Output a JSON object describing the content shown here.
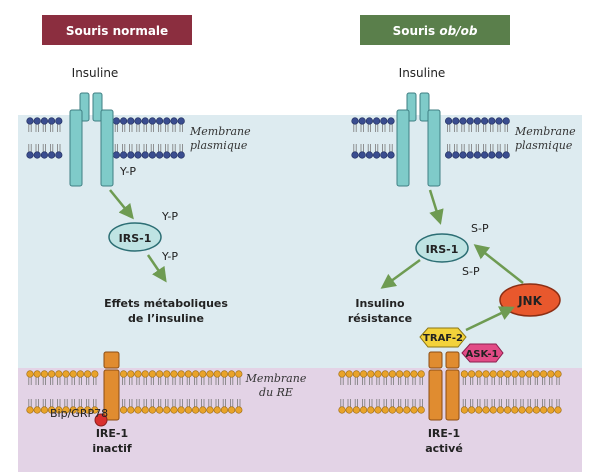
{
  "header": {
    "left_label": "Souris normale",
    "right_label_prefix": "Souris ",
    "right_label_italic": "ob/ob",
    "left_color": "#8B2E3F",
    "right_color": "#5A7F4B"
  },
  "colors": {
    "cytoplasm": "#DDEBF0",
    "er_lumen": "#E3D3E6",
    "membrane_head_blue": "#3A4D8F",
    "membrane_head_orange": "#E9A32A",
    "receptor": "#7FCBC9",
    "irs": "#BFE3E3",
    "ire": "#E08C30",
    "jnk": "#E8582D",
    "traf": "#F3D23A",
    "ask": "#E24B86",
    "arrow": "#6E9B52"
  },
  "left": {
    "insulin_label": "Insuline",
    "membrane_label": [
      "Membrane",
      "plasmique"
    ],
    "receptor_phospho": "Y-P",
    "irs_label": "IRS-1",
    "irs_phospho": "Y-P",
    "arrow_phospho": "Y-P",
    "effects_label": [
      "Effets métaboliques",
      "de l’insuline"
    ],
    "bip_label": "Bip/GRP78",
    "ire_label": [
      "IRE-1",
      "inactif"
    ]
  },
  "right": {
    "insulin_label": "Insuline",
    "membrane_label": [
      "Membrane",
      "plasmique"
    ],
    "irs_label": "IRS-1",
    "irs_phospho_top": "S-P",
    "irs_phospho_bottom": "S-P",
    "resistance_label": [
      "Insulino",
      "résistance"
    ],
    "jnk_label": "JNK",
    "traf_label": "TRAF-2",
    "ask_label": "ASK-1",
    "ire_label": [
      "IRE-1",
      "activé"
    ]
  },
  "er_label": [
    "Membrane",
    "du RE"
  ]
}
